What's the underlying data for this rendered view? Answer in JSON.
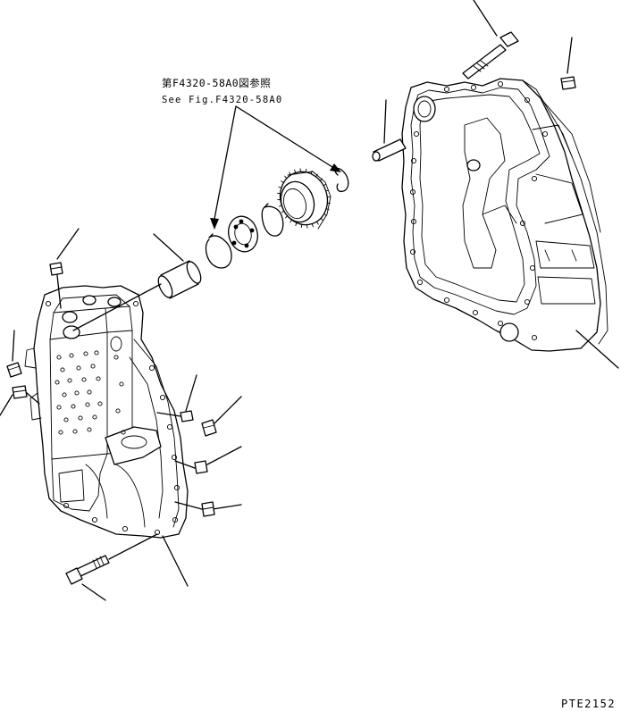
{
  "reference": {
    "text_jp": "第F4320-58A0図参照",
    "text_en": "See Fig.F4320-58A0"
  },
  "drawing_code": "PTE2152"
}
